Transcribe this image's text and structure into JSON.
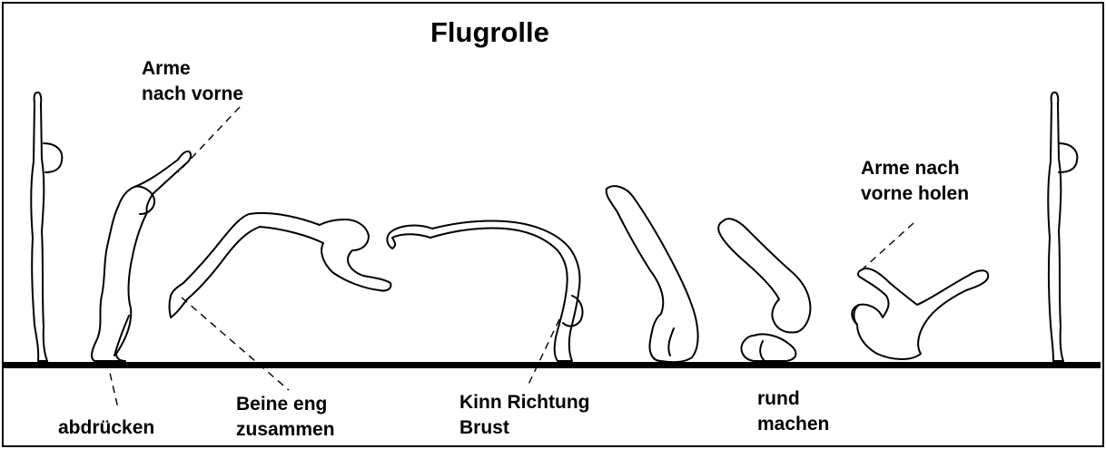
{
  "title": "Flugrolle",
  "labels": {
    "arme_vorne_1": "Arme",
    "arme_vorne_2": "nach vorne",
    "arme_holen_1": "Arme nach",
    "arme_holen_2": "vorne holen",
    "abdruecken": "abdrücken",
    "beine_1": "Beine eng",
    "beine_2": "zusammen",
    "kinn_1": "Kinn Richtung",
    "kinn_2": "Brust",
    "rund_1": "rund",
    "rund_2": "machen"
  },
  "figures": [
    "standing-figure-start",
    "crouching-figure",
    "flight-figure",
    "landing-figure",
    "inverted-rolling-figure",
    "tucked-rolling-figure",
    "seated-figure",
    "standing-figure-end"
  ],
  "colors": {
    "ink": "#000000",
    "background": "#ffffff"
  }
}
